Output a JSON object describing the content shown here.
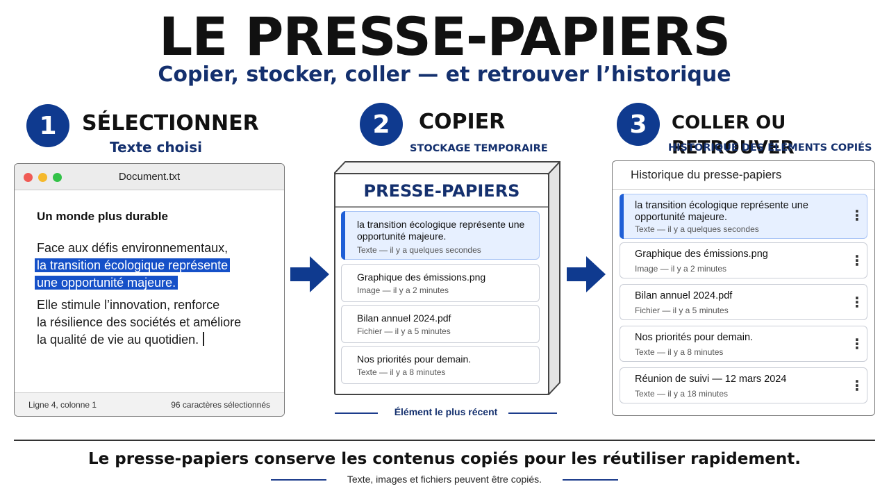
{
  "title": "LE PRESSE-PAPIERS",
  "subtitle": "Copier, stocker, coller — et retrouver l’historique",
  "colors": {
    "accent": "#0f3a8f",
    "highlight": "#1550c8",
    "active_card": "#e7f0ff"
  },
  "steps": [
    {
      "number": "1",
      "title": "SÉLECTIONNER",
      "subtitle": "Texte choisi"
    },
    {
      "number": "2",
      "title": "COPIER",
      "subtitle": "STOCKAGE TEMPORAIRE"
    },
    {
      "number": "3",
      "title": "COLLER OU RETROUVER",
      "subtitle": "HISTORIQUE DES ÉLÉMENTS COPIÉS"
    }
  ],
  "document": {
    "filename": "Document.txt",
    "heading": "Un monde plus durable",
    "lines": [
      "Face aux défis environnementaux,",
      "la transition écologique représente",
      "une opportunité majeure.",
      "Elle stimule l’innovation, renforce",
      "la résilience des sociétés et améliore",
      "la qualité de vie au quotidien."
    ],
    "status_left": "Ligne 4, colonne 1",
    "status_right": "96 caractères sélectionnés"
  },
  "clipboard": {
    "title": "PRESSE-PAPIERS",
    "items": [
      {
        "text": "la transition écologique représente une opportunité majeure.",
        "meta": "Texte — il y a quelques secondes"
      },
      {
        "text": "Graphique des émissions.png",
        "meta": "Image — il y a 2 minutes"
      },
      {
        "text": "Bilan annuel 2024.pdf",
        "meta": "Fichier — il y a 5 minutes"
      },
      {
        "text": "Nos priorités pour demain.",
        "meta": "Texte — il y a 8 minutes"
      }
    ],
    "recent_label": "Élément le plus récent"
  },
  "history": {
    "header": "Historique du presse-papiers",
    "items": [
      {
        "text": "la transition écologique représente une opportunité majeure.",
        "meta": "Texte — il y a quelques secondes"
      },
      {
        "text": "Graphique des émissions.png",
        "meta": "Image — il y a 2 minutes"
      },
      {
        "text": "Bilan annuel 2024.pdf",
        "meta": "Fichier — il y a 5 minutes"
      },
      {
        "text": "Nos priorités pour demain.",
        "meta": "Texte — il y a 8 minutes"
      },
      {
        "text": "Réunion de suivi — 12 mars 2024",
        "meta": "Texte — il y a 18 minutes"
      }
    ],
    "menu_glyph": "⋮"
  },
  "footer": {
    "main": "Le presse-papiers conserve les contenus copiés pour les réutiliser rapidement.",
    "sub": "Texte, images et fichiers peuvent être copiés."
  }
}
